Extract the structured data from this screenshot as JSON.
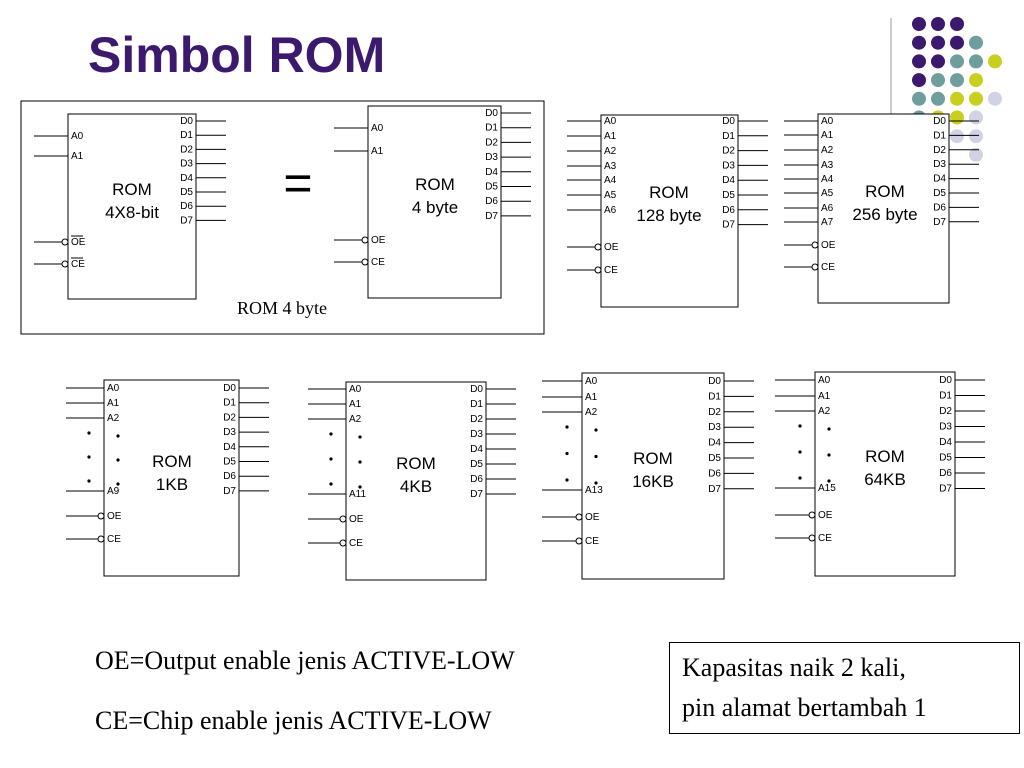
{
  "title": "Simbol ROM",
  "equals_sign": "=",
  "group_caption": "ROM 4 byte",
  "notes": {
    "oe": "OE=Output enable jenis ACTIVE-LOW",
    "ce": "CE=Chip enable jenis ACTIVE-LOW"
  },
  "capacity_box": {
    "line1": "Kapasitas naik 2 kali,",
    "line2": "pin alamat bertambah 1"
  },
  "colors": {
    "title": "#3b1a6e",
    "dot_purple": "#3b1a6e",
    "dot_teal": "#6f9e9e",
    "dot_lime": "#c8cf1e",
    "dot_lavender": "#d2d2e6"
  },
  "blocks": [
    {
      "id": "rom-4x8bit",
      "label": [
        "ROM",
        "4X8-bit"
      ],
      "addr": [
        "A0",
        "A1"
      ],
      "data": [
        "D0",
        "D1",
        "D2",
        "D3",
        "D4",
        "D5",
        "D6",
        "D7"
      ],
      "oe": "OE",
      "ce": "CE",
      "overline": true
    },
    {
      "id": "rom-4byte",
      "label": [
        "ROM",
        "4 byte"
      ],
      "addr": [
        "A0",
        "A1"
      ],
      "data": [
        "D0",
        "D1",
        "D2",
        "D3",
        "D4",
        "D5",
        "D6",
        "D7"
      ],
      "oe": "OE",
      "ce": "CE",
      "overline": false
    },
    {
      "id": "rom-128byte",
      "label": [
        "ROM",
        "128 byte"
      ],
      "addr": [
        "A0",
        "A1",
        "A2",
        "A3",
        "A4",
        "A5",
        "A6"
      ],
      "data": [
        "D0",
        "D1",
        "D2",
        "D3",
        "D4",
        "D5",
        "D6",
        "D7"
      ],
      "oe": "OE",
      "ce": "CE",
      "overline": false
    },
    {
      "id": "rom-256byte",
      "label": [
        "ROM",
        "256 byte"
      ],
      "addr": [
        "A0",
        "A1",
        "A2",
        "A3",
        "A4",
        "A5",
        "A6",
        "A7"
      ],
      "data": [
        "D0",
        "D1",
        "D2",
        "D3",
        "D4",
        "D5",
        "D6",
        "D7"
      ],
      "oe": "OE",
      "ce": "CE",
      "overline": false
    },
    {
      "id": "rom-1kb",
      "label": [
        "ROM",
        "1KB"
      ],
      "addr": [
        "A0",
        "A1",
        "A2"
      ],
      "last_addr": "A9",
      "data": [
        "D0",
        "D1",
        "D2",
        "D3",
        "D4",
        "D5",
        "D6",
        "D7"
      ],
      "oe": "OE",
      "ce": "CE",
      "overline": false
    },
    {
      "id": "rom-4kb",
      "label": [
        "ROM",
        "4KB"
      ],
      "addr": [
        "A0",
        "A1",
        "A2"
      ],
      "last_addr": "A11",
      "data": [
        "D0",
        "D1",
        "D2",
        "D3",
        "D4",
        "D5",
        "D6",
        "D7"
      ],
      "oe": "OE",
      "ce": "CE",
      "overline": false
    },
    {
      "id": "rom-16kb",
      "label": [
        "ROM",
        "16KB"
      ],
      "addr": [
        "A0",
        "A1",
        "A2"
      ],
      "last_addr": "A13",
      "data": [
        "D0",
        "D1",
        "D2",
        "D3",
        "D4",
        "D5",
        "D6",
        "D7"
      ],
      "oe": "OE",
      "ce": "CE",
      "overline": false
    },
    {
      "id": "rom-64kb",
      "label": [
        "ROM",
        "64KB"
      ],
      "addr": [
        "A0",
        "A1",
        "A2"
      ],
      "last_addr": "A15",
      "data": [
        "D0",
        "D1",
        "D2",
        "D3",
        "D4",
        "D5",
        "D6",
        "D7"
      ],
      "oe": "OE",
      "ce": "CE",
      "overline": false
    }
  ]
}
